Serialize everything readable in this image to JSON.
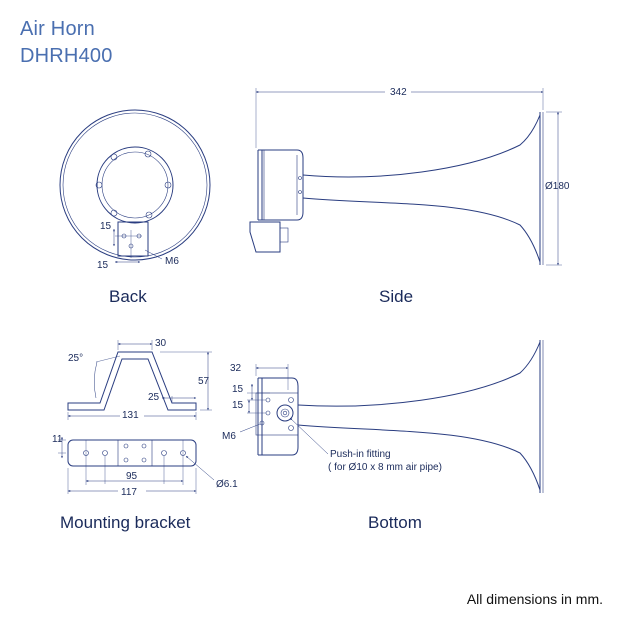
{
  "title": {
    "line1": "Air Horn",
    "line2": "DHRH400"
  },
  "views": {
    "back": "Back",
    "side": "Side",
    "mounting_bracket": "Mounting bracket",
    "bottom": "Bottom"
  },
  "dimensions": {
    "side_length": "342",
    "bell_diameter": "Ø180",
    "back_v": "15",
    "back_h": "15",
    "back_thread": "M6",
    "bracket_top": "30",
    "bracket_angle": "25°",
    "bracket_height": "57",
    "bracket_foot": "25",
    "bracket_length": "131",
    "bracket_width": "11",
    "bracket_hole_spacing": "95",
    "bracket_total": "117",
    "bracket_hole_dia": "Ø6.1",
    "bottom_a": "32",
    "bottom_b": "15",
    "bottom_c": "15",
    "bottom_thread": "M6"
  },
  "callout": {
    "line1": "Push-in fitting",
    "line2": "( for Ø10 x 8 mm air pipe)"
  },
  "footer_note": "All dimensions in mm."
}
